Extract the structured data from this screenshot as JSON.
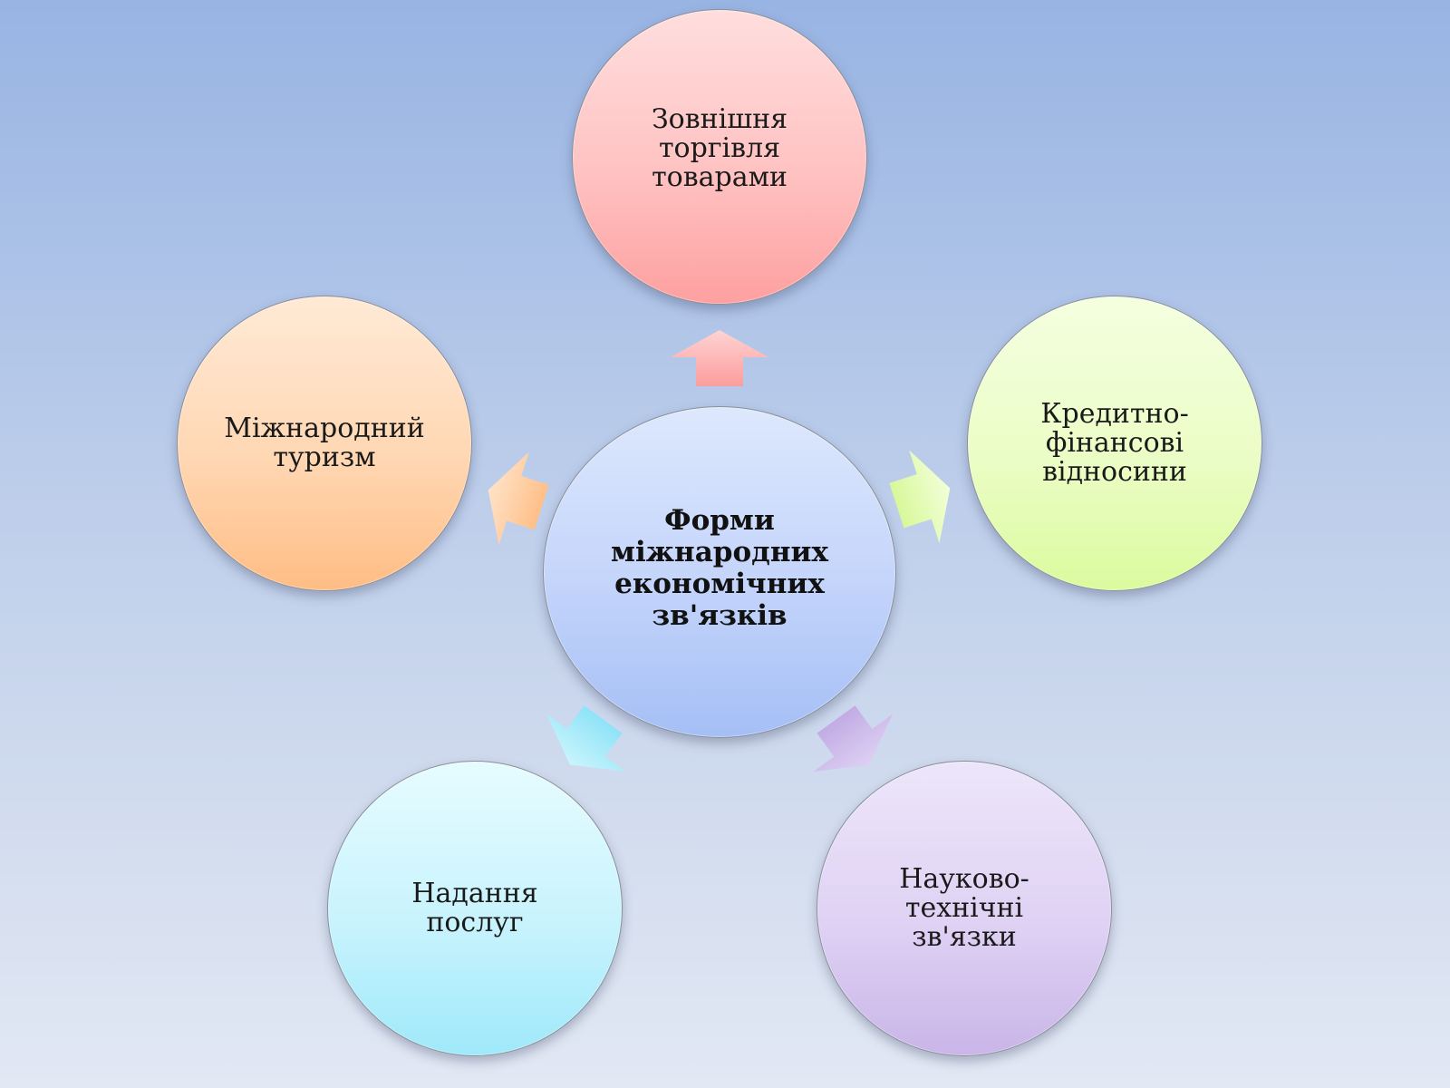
{
  "diagram": {
    "center": {
      "label": "Форми\nміжнародних\nекономічних\nзв'язків"
    },
    "nodes": [
      {
        "id": "top",
        "label": "Зовнішня\nторгівля\nтоварами",
        "color": "#ffb3b3"
      },
      {
        "id": "right",
        "label": "Кредитно-\nфінансові\nвідносини",
        "color": "#e4fcb4"
      },
      {
        "id": "bottom-right",
        "label": "Науково-\nтехнічні\nзв'язки",
        "color": "#d8c8f0"
      },
      {
        "id": "bottom-left",
        "label": "Надання\nпослуг",
        "color": "#b8f0fc"
      },
      {
        "id": "left",
        "label": "Міжнародний\nтуризм",
        "color": "#ffcb9c"
      }
    ],
    "connector": "arrow"
  }
}
